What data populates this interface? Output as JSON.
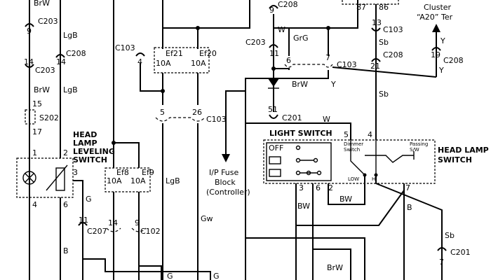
{
  "wires": {
    "brw_top": "BrW",
    "lgb_1": "LgB",
    "brw_2": "BrW",
    "lgb_2": "LgB",
    "lgb_3": "LgB",
    "g_1": "G",
    "b_1": "B",
    "gw": "Gw",
    "w_1": "W",
    "grg": "GrG",
    "brw_3": "BrW",
    "y_1": "Y",
    "y_2": "Y",
    "y_3": "Y",
    "w_2": "W",
    "sb_1": "Sb",
    "sb_2": "Sb",
    "bw_1": "BW",
    "bw_2": "BW",
    "b_2": "B",
    "sb_3": "Sb",
    "g_2": "G",
    "g_3": "G",
    "brw_4": "BrW"
  },
  "connectors": {
    "c203_a": "C203",
    "c203_b": "C203",
    "c208_a": "C208",
    "c103_a": "C103",
    "c103_b": "C103",
    "c103_c": "C103",
    "c103_d": "C103",
    "c208_b": "C208",
    "c203_c": "C203",
    "c208_c": "C208",
    "c208_d": "C208",
    "c201_a": "C201",
    "c201_b": "C201",
    "c207": "C207",
    "c102": "C102",
    "s202": "S202"
  },
  "pins": {
    "p9a": "9",
    "p14a": "14",
    "p14b": "14",
    "p15": "15",
    "p17": "17",
    "p4a": "4",
    "p5": "5",
    "p26": "26",
    "p9b": "9",
    "p11a": "11",
    "p6a": "6",
    "p7a": "7",
    "p13": "13",
    "p21": "21",
    "p19": "19",
    "p51": "51",
    "p87": "87",
    "p86": "86",
    "p1": "1",
    "p2": "2",
    "p3": "3",
    "p4b": "4",
    "p6b": "6",
    "p11b": "11",
    "p14c": "14",
    "p9c": "9",
    "p5b": "5",
    "p4c": "4",
    "p3b": "3",
    "p6c": "6",
    "p2b": "2",
    "p7b": "7",
    "p7c": "7"
  },
  "fuses": {
    "ef21": "Ef21",
    "ef21_rating": "10A",
    "ef20": "Ef20",
    "ef20_rating": "10A",
    "ef8": "Ef8",
    "ef8_rating": "10A",
    "ef9": "Ef9",
    "ef9_rating": "10A"
  },
  "labels": {
    "head_lamp_leveling": [
      "HEAD",
      "LAMP",
      "LEVELING",
      "SWITCH"
    ],
    "light_switch": "LIGHT SWITCH",
    "head_lamp_switch": [
      "HEAD LAMP",
      "SWITCH"
    ],
    "ip_fuse_block": [
      "I/P Fuse",
      "Block",
      "(Controller)"
    ],
    "cluster": [
      "Cluster",
      "“A20” Ter"
    ],
    "dimmer": [
      "Dimmer",
      "Switch"
    ],
    "passing": [
      "Passing",
      "S/W"
    ],
    "low": "LOW",
    "hi": "HI",
    "off": "OFF"
  }
}
